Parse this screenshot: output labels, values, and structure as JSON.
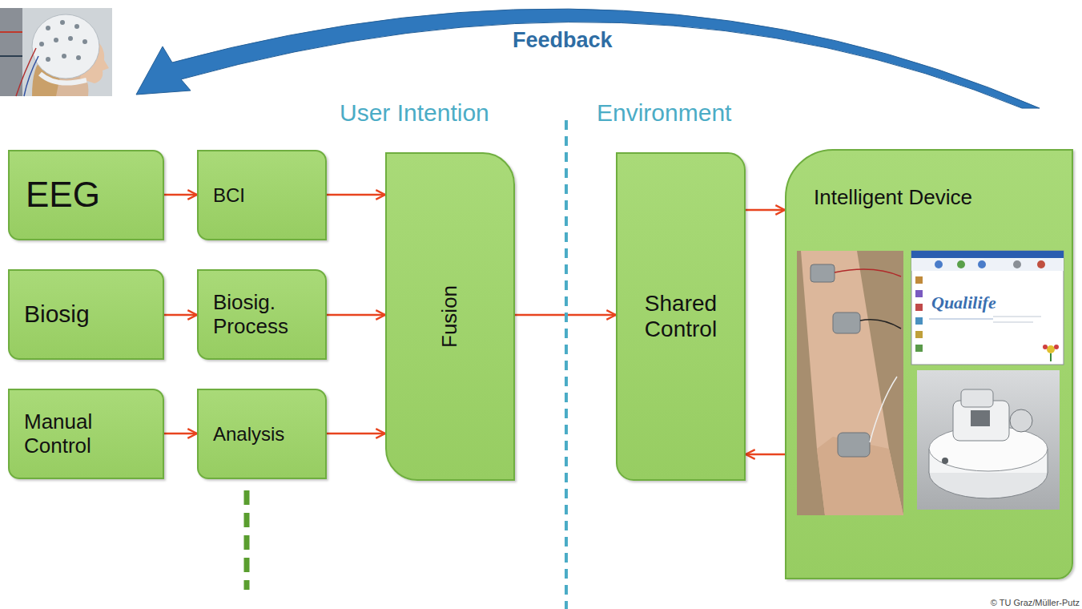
{
  "diagram": {
    "nodes": [
      {
        "text": [
          "EEG"
        ]
      },
      {
        "text": [
          "BCI"
        ]
      },
      {
        "text": [
          "Biosig"
        ]
      },
      {
        "text": [
          "Biosig. Process"
        ]
      },
      {
        "text": [
          "Manual Control"
        ]
      },
      {
        "text": [
          "Analysis"
        ]
      },
      {
        "text": [
          "Fusion"
        ]
      },
      {
        "text": [
          "Shared Control"
        ]
      },
      {
        "text": [
          "Intelligent Device"
        ]
      }
    ],
    "edges": [
      {
        "from": 0,
        "to": 1,
        "arrow": "to"
      },
      {
        "from": 2,
        "to": 3,
        "arrow": "to"
      },
      {
        "from": 4,
        "to": 5,
        "arrow": "to"
      },
      {
        "from": 1,
        "to": 6,
        "arrow": "to"
      },
      {
        "from": 3,
        "to": 6,
        "arrow": "to"
      },
      {
        "from": 5,
        "to": 6,
        "arrow": "to"
      },
      {
        "from": 6,
        "to": 7,
        "arrow": "to"
      },
      {
        "from": 7,
        "to": 8,
        "arrow": "to"
      },
      {
        "from": 8,
        "to": 7,
        "arrow": "to"
      }
    ],
    "labels": [
      "Feedback",
      "User Intention",
      "Environment",
      "Qualilife",
      "© TU Graz/Müller-Putz"
    ]
  }
}
